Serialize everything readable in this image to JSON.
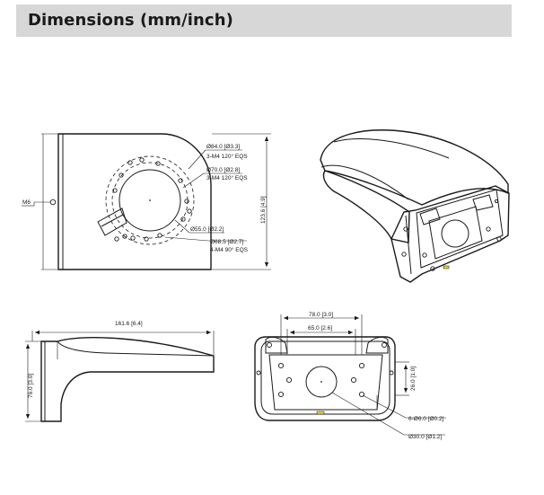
{
  "header": {
    "title": "Dimensions (mm/inch)"
  },
  "labels": {
    "d84": "Ø84.0 [Ø3.3]",
    "m4_120_a": "3-M4 120° EQS",
    "d70": "Ø70.0 [Ø2.8]",
    "m4_120_b": "3-M4 120° EQS",
    "height_123": "123.6 [4.9]",
    "m6": "M6",
    "d55": "Ø55.0 [Ø2.2]",
    "d68": "Ø68.5 [Ø2.7]",
    "m4_90": "4-M4 90° EQS",
    "length_161": "161.6 [6.4]",
    "height_76": "76.0 [3.0]",
    "width_78": "78.0 [3.0]",
    "width_65": "65.0 [2.6]",
    "height_26": "26.0 [1.0]",
    "holes_6": "6-Ø6.0 [Ø0.2]",
    "d30": "Ø30.0 [Ø1.2]"
  }
}
